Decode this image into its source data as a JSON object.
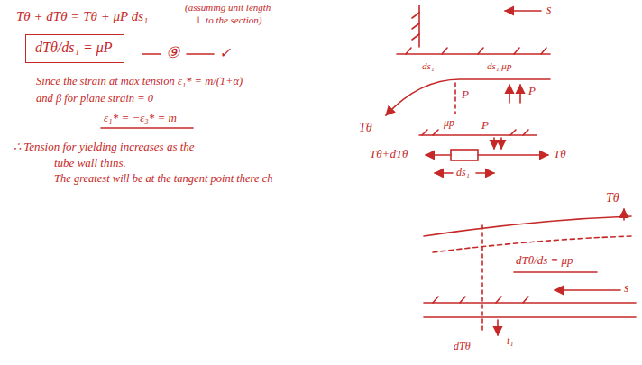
{
  "diagram": {
    "nodes": [
      {
        "text": [
          "dTθ/ds₁ = μP"
        ]
      }
    ],
    "labels": [
      "Tθ + dTθ = Tθ + μP ds₁",
      "(assuming unit length",
      "⊥ to the section)",
      "⑨",
      "✓",
      "Since the strain at max tension ε₁* = m/(1+α)",
      "and β for plane strain = 0",
      "ε₁* = −ε₃* = m",
      "∴ Tension for yielding increases as the",
      "tube wall thins.",
      "The greatest will be at the tangent point there ch",
      "s",
      "ds₁",
      "ds₁ μp",
      "P",
      "P",
      "Tθ",
      "μp",
      "P",
      "Tθ+dTθ",
      "Tθ",
      "ds₁",
      "Tθ",
      "dTθ/ds = μp",
      "s",
      "dTθ",
      "t₁"
    ]
  }
}
